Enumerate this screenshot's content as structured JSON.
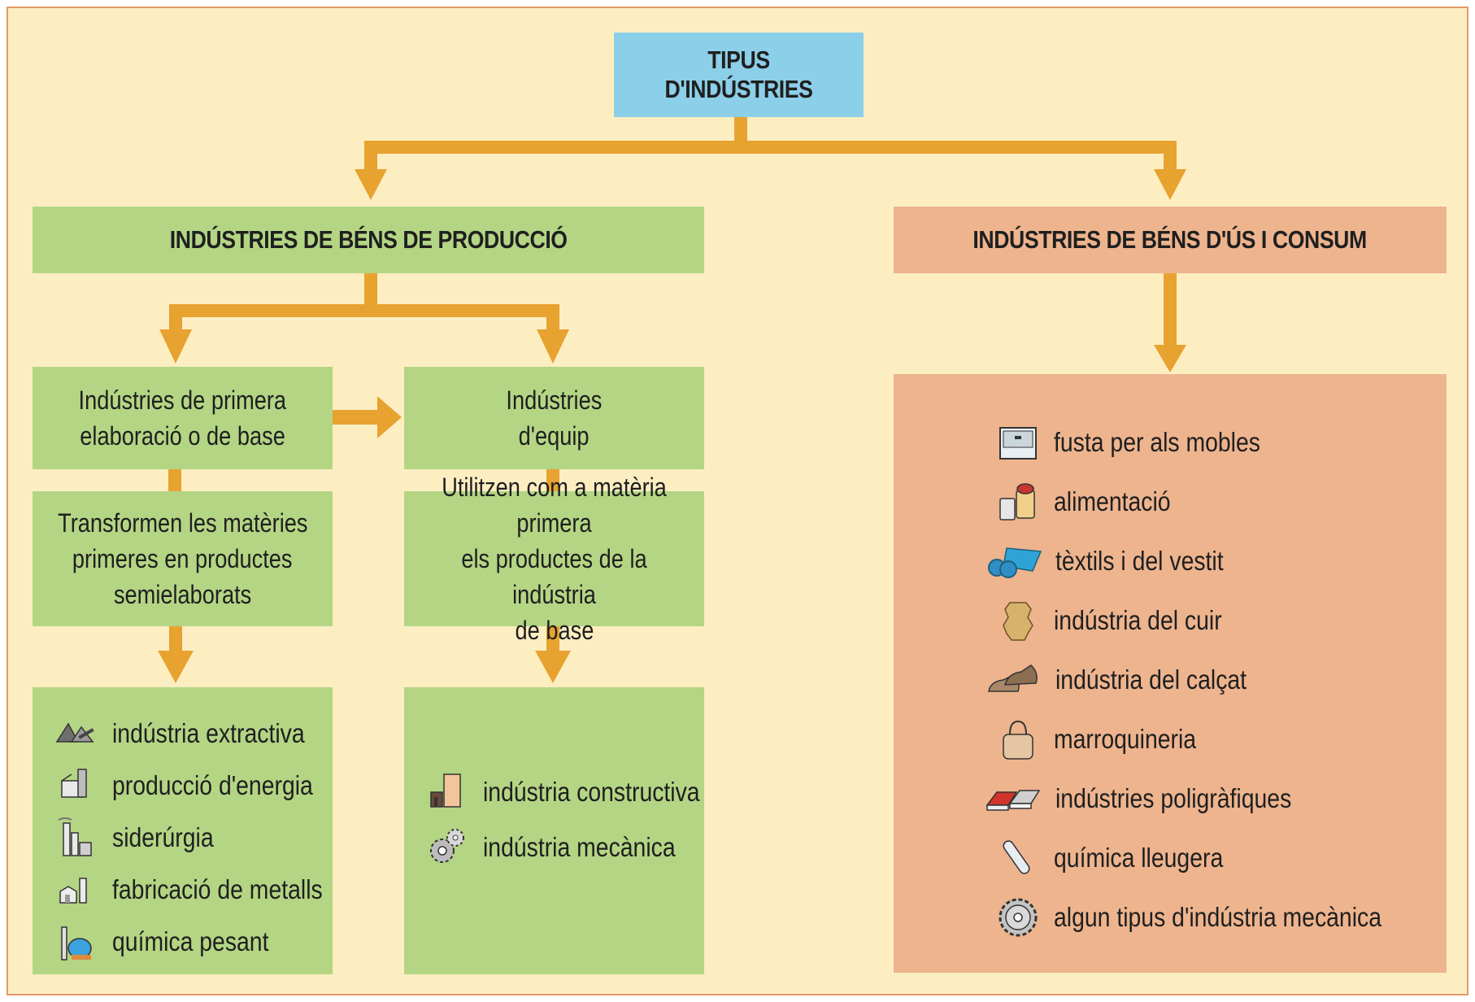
{
  "title": "TIPUS D'INDÚSTRIES",
  "colors": {
    "background": "#fdeec2",
    "green": "#b4d584",
    "salmon": "#edb48e",
    "blue": "#8ccfe9",
    "arrow": "#e8a230"
  },
  "production": {
    "title": "INDÚSTRIES DE BÉNS DE PRODUCCIÓ",
    "primary": {
      "title_line1": "Indústries de primera",
      "title_line2": "elaboració o de base",
      "desc_line1": "Transformen les matèries",
      "desc_line2": "primeres en productes",
      "desc_line3": "semielaborats",
      "items": [
        {
          "label": "indústria extractiva",
          "icon": "mining-icon"
        },
        {
          "label": "producció d'energia",
          "icon": "power-plant-icon"
        },
        {
          "label": "siderúrgia",
          "icon": "steelworks-icon"
        },
        {
          "label": "fabricació de metalls",
          "icon": "metal-factory-icon"
        },
        {
          "label": "química pesant",
          "icon": "chemical-plant-icon"
        }
      ]
    },
    "equipment": {
      "title_line1": "Indústries",
      "title_line2": "d'equip",
      "desc_line1": "Utilitzen com a matèria primera",
      "desc_line2": "els productes de la indústria",
      "desc_line3": "de base",
      "items": [
        {
          "label": "indústria constructiva",
          "icon": "construction-icon"
        },
        {
          "label": "indústria mecànica",
          "icon": "gears-icon"
        }
      ]
    }
  },
  "consumption": {
    "title": "INDÚSTRIES DE BÉNS D'ÚS I CONSUM",
    "items": [
      {
        "label": "fusta per als mobles",
        "icon": "furniture-icon"
      },
      {
        "label": "alimentació",
        "icon": "food-cans-icon"
      },
      {
        "label": "tèxtils i del vestit",
        "icon": "fabric-rolls-icon"
      },
      {
        "label": "indústria del cuir",
        "icon": "leather-hide-icon"
      },
      {
        "label": "indústria del calçat",
        "icon": "shoes-icon"
      },
      {
        "label": "marroquineria",
        "icon": "handbag-icon"
      },
      {
        "label": "indústries poligràfiques",
        "icon": "books-icon"
      },
      {
        "label": "química lleugera",
        "icon": "test-tube-icon"
      },
      {
        "label": "algun tipus d'indústria mecànica",
        "icon": "gear-icon"
      }
    ]
  }
}
